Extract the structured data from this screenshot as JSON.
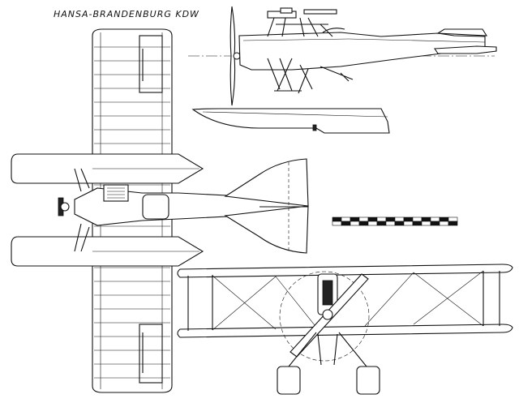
{
  "drawing": {
    "title": "HANSA-BRANDENBURG KDW"
  },
  "colors": {
    "ink": "#111111",
    "paper": "#ffffff"
  },
  "views": [
    "side-view",
    "top-view",
    "front-view"
  ],
  "scale_bar": {
    "segments": 14
  }
}
